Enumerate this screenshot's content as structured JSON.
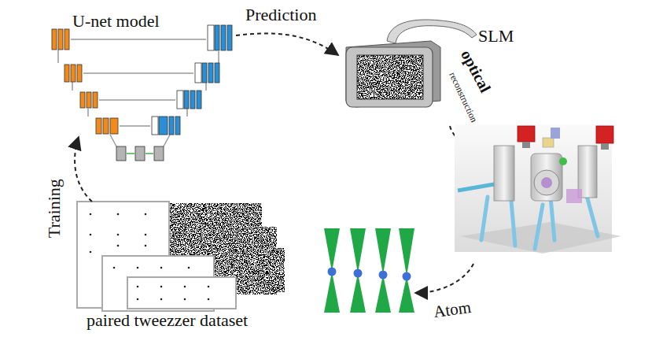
{
  "diagram": {
    "nodes": [
      {
        "text": [
          "U-net model"
        ]
      },
      {
        "text": [
          "SLM"
        ]
      },
      {
        "text": [
          "paired tweezzer dataset"
        ]
      }
    ],
    "edges": [
      {
        "from": 0,
        "to": 1,
        "label": "Prediction",
        "arrow": "to"
      },
      {
        "from": 2,
        "to": 0,
        "label": "Training",
        "arrow": "to"
      }
    ],
    "labels": [
      "optical",
      "reconstruction",
      "Atom"
    ]
  }
}
